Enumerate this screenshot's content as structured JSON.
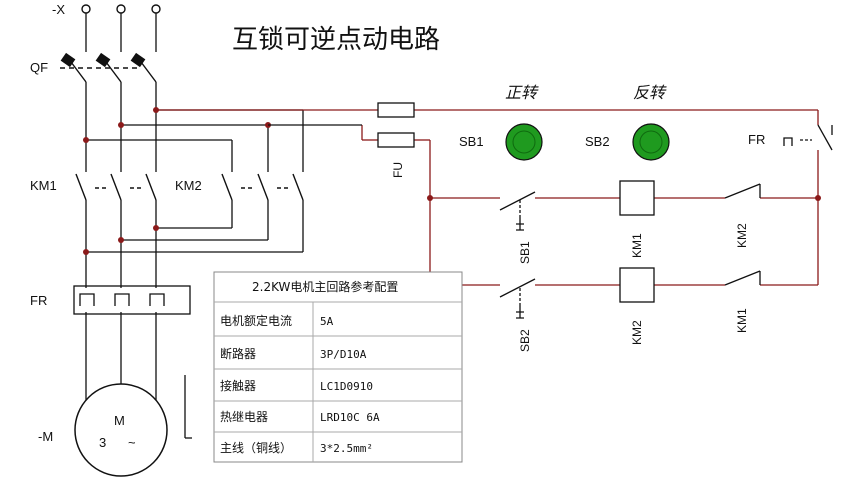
{
  "title": "互锁可逆点动电路",
  "labels": {
    "supply": "-X",
    "qf": "QF",
    "km1_main": "KM1",
    "km2_main": "KM2",
    "fr_main": "FR",
    "motor_prefix": "-M",
    "motor_m": "M",
    "motor_phase": "3",
    "motor_ac": "~",
    "fu": "FU",
    "sb1": "SB1",
    "sb2": "SB2",
    "fr_ctrl": "FR",
    "forward": "正转",
    "reverse": "反转",
    "rung1_sb": "SB1",
    "rung1_coil": "KM1",
    "rung1_interlock": "KM2",
    "rung2_sb": "SB2",
    "rung2_coil": "KM2",
    "rung2_interlock": "KM1"
  },
  "colors": {
    "wire_main": "#111111",
    "wire_ctrl": "#8b1a1a",
    "junction": "#8b1a1a",
    "button_fill": "#1f9a1f",
    "button_ring": "#111111"
  },
  "table": {
    "title": "2.2KW电机主回路参考配置",
    "rows": [
      {
        "name": "电机额定电流",
        "value": "5A"
      },
      {
        "name": "断路器",
        "value": "3P/D10A"
      },
      {
        "name": "接触器",
        "value": "LC1D0910"
      },
      {
        "name": "热继电器",
        "value": "LRD10C  6A"
      },
      {
        "name": "主线（铜线）",
        "value": "3*2.5mm²"
      }
    ]
  }
}
